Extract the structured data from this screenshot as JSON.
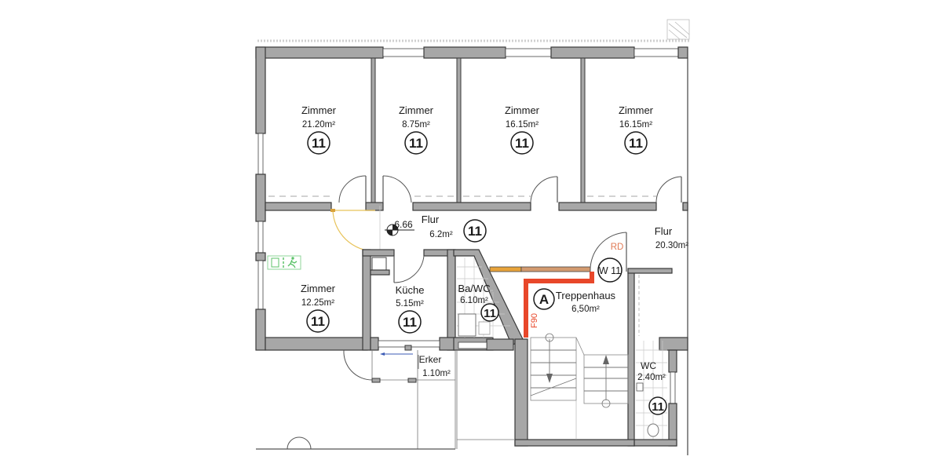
{
  "plan": {
    "level_marker": "6.66",
    "rooms": [
      {
        "id": "zimmer-1",
        "label": "Zimmer",
        "area": "21.20m²",
        "badge": "11"
      },
      {
        "id": "zimmer-2",
        "label": "Zimmer",
        "area": "8.75m²",
        "badge": "11"
      },
      {
        "id": "zimmer-3",
        "label": "Zimmer",
        "area": "16.15m²",
        "badge": "11"
      },
      {
        "id": "zimmer-4",
        "label": "Zimmer",
        "area": "16.15m²",
        "badge": "11"
      },
      {
        "id": "flur-1",
        "label": "Flur",
        "area": "6.2m²",
        "badge": "11"
      },
      {
        "id": "flur-2",
        "label": "Flur",
        "area": "20.30m²"
      },
      {
        "id": "zimmer-5",
        "label": "Zimmer",
        "area": "12.25m²",
        "badge": "11"
      },
      {
        "id": "kueche",
        "label": "Küche",
        "area": "5.15m²",
        "badge": "11"
      },
      {
        "id": "bad-wc",
        "label": "Ba/WC",
        "area": "6.10m²",
        "badge": "11"
      },
      {
        "id": "treppenhaus",
        "label": "Treppenhaus",
        "area": "6,50m²",
        "badge": "A"
      },
      {
        "id": "erker",
        "label": "Erker",
        "area": "1.10m²"
      },
      {
        "id": "wc",
        "label": "WC",
        "area": "2.40m²",
        "badge": "11"
      }
    ],
    "door_tag": {
      "label": "W 11",
      "annotation": "RD"
    },
    "fire_wall_label": "F90",
    "colors": {
      "wall": "#a7a7a7",
      "fire_wall": "#e8472a",
      "door_orange": "#e8a33a",
      "door_brown": "#d39a6f",
      "rd_label": "#e07a55",
      "exit_sign": "#5dc36a",
      "door_arc_yellow": "#e8c35a"
    }
  }
}
